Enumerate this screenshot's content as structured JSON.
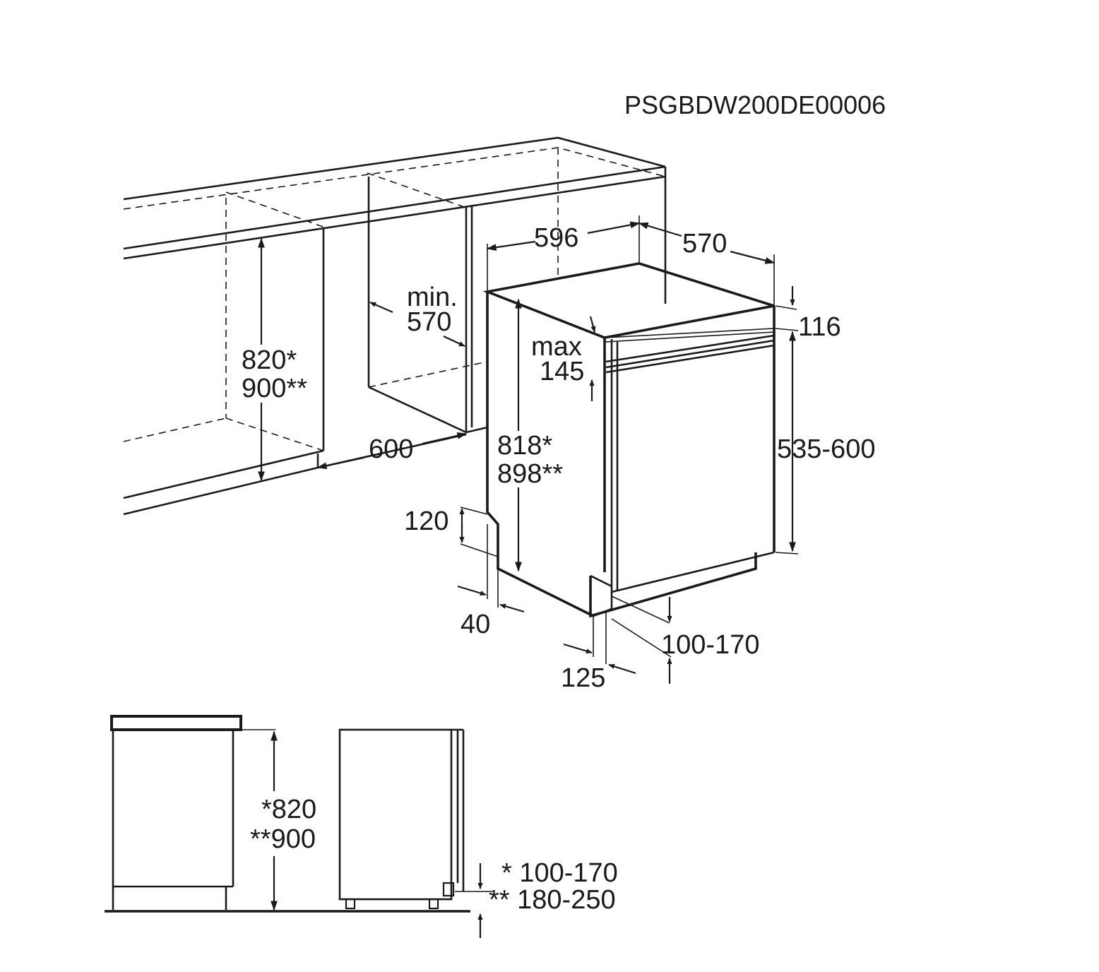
{
  "diagram": {
    "code": "PSGBDW200DE00006",
    "labels": {
      "width": "596",
      "depth": "570",
      "top_gap": "116",
      "panel_height_range": "535-600",
      "max_label": "max",
      "max_value": "145",
      "niche_depth_min": "min.",
      "niche_depth_value": "570",
      "niche_height_1": "820*",
      "niche_height_2": "900**",
      "niche_width": "600",
      "appliance_height_1": "818*",
      "appliance_height_2": "898**",
      "foot_height": "120",
      "foot_depth": "40",
      "plinth_depth": "125",
      "plinth_range": "100-170",
      "side_height_1": "*820",
      "side_height_2": "**900",
      "side_plinth_1": "* 100-170",
      "side_plinth_2": "** 180-250"
    }
  }
}
